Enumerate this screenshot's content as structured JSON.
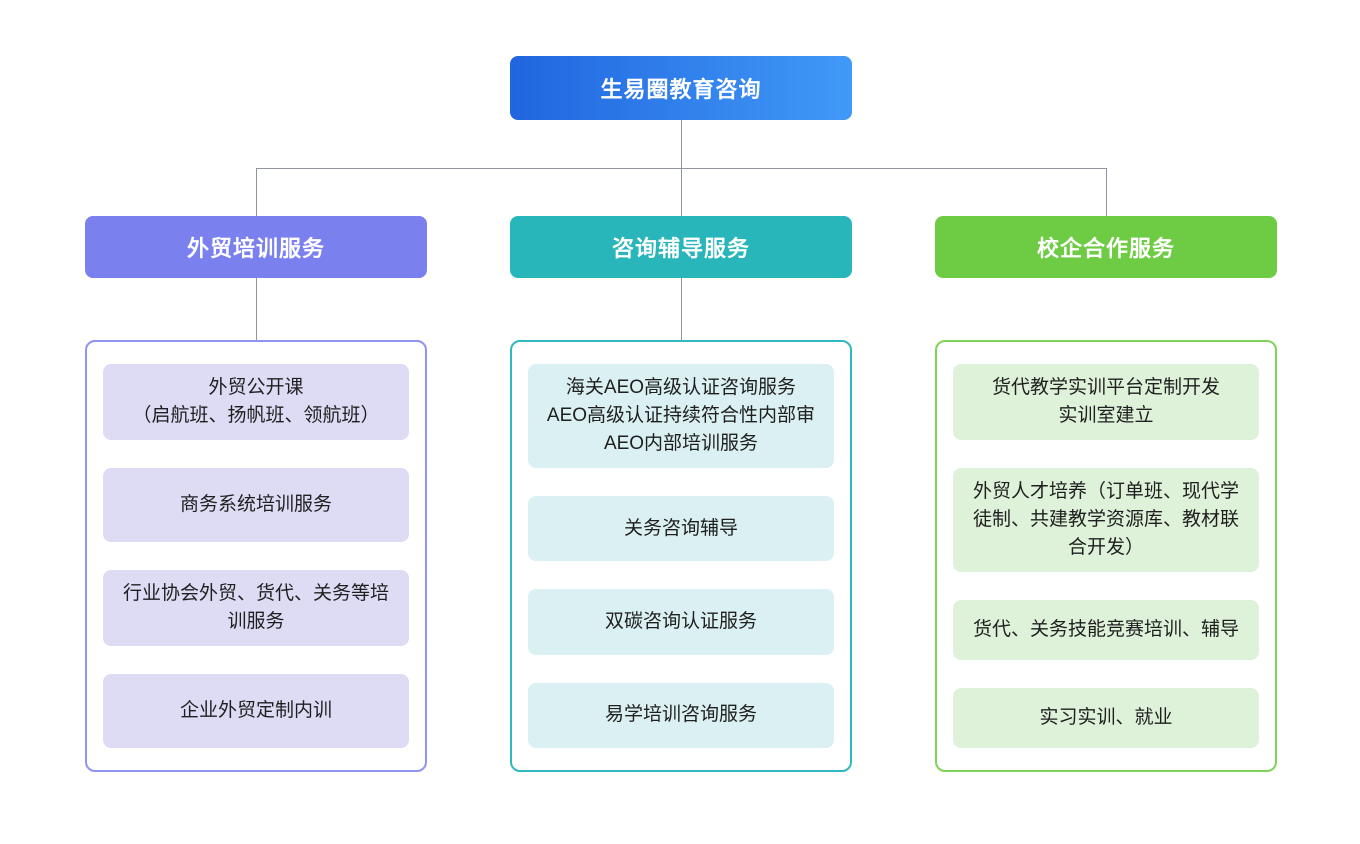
{
  "colors": {
    "background": "#ffffff",
    "connector_line": "#8f949e",
    "header_text": "#ffffff",
    "item_text": "#1f1f1f"
  },
  "root": {
    "label": "生易圈教育咨询",
    "gradient_from": "#2066df",
    "gradient_to": "#4199f7"
  },
  "branches": [
    {
      "id": "trade-training-services",
      "label": "外贸培训服务",
      "has_header_connector": true,
      "colors": {
        "header": "#7b80ef",
        "border": "#8f93f3",
        "item_bg": "#dedcf5"
      },
      "items": [
        {
          "lines": [
            "外贸公开课",
            "（启航班、扬帆班、领航班）"
          ]
        },
        {
          "lines": [
            "商务系统培训服务"
          ]
        },
        {
          "lines": [
            "行业协会外贸、货代、关务等培训服务"
          ]
        },
        {
          "lines": [
            "企业外贸定制内训"
          ]
        }
      ]
    },
    {
      "id": "consulting-coaching-services",
      "label": "咨询辅导服务",
      "has_header_connector": true,
      "colors": {
        "header": "#29b6ba",
        "border": "#2fb9be",
        "item_bg": "#daf0f2"
      },
      "items": [
        {
          "lines": [
            "海关AEO高级认证咨询服务",
            "AEO高级认证持续符合性内部审",
            "AEO内部培训服务"
          ]
        },
        {
          "lines": [
            "关务咨询辅导"
          ]
        },
        {
          "lines": [
            "双碳咨询认证服务"
          ]
        },
        {
          "lines": [
            "易学培训咨询服务"
          ]
        }
      ]
    },
    {
      "id": "school-enterprise-cooperation-services",
      "label": "校企合作服务",
      "has_header_connector": false,
      "colors": {
        "header": "#6ecb44",
        "border": "#7fd356",
        "item_bg": "#def2da"
      },
      "items": [
        {
          "lines": [
            "货代教学实训平台定制开发",
            "实训室建立"
          ]
        },
        {
          "lines": [
            "外贸人才培养（订单班、现代学徒制、共建教学资源库、教材联合开发）"
          ]
        },
        {
          "lines": [
            "货代、关务技能竞赛培训、辅导"
          ]
        },
        {
          "lines": [
            "实习实训、就业"
          ]
        }
      ]
    }
  ]
}
